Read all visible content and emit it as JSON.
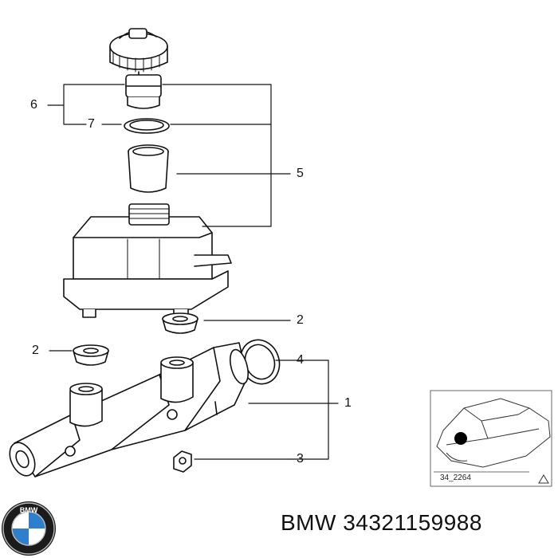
{
  "diagram": {
    "callouts": {
      "c1": "1",
      "c2a": "2",
      "c2b": "2",
      "c3": "3",
      "c4": "4",
      "c5": "5",
      "c6": "6",
      "c7": "7"
    },
    "inset_code": "34_2264"
  },
  "product": {
    "brand": "BMW",
    "part_number": "34321159988",
    "title": "BMW 34321159988"
  }
}
